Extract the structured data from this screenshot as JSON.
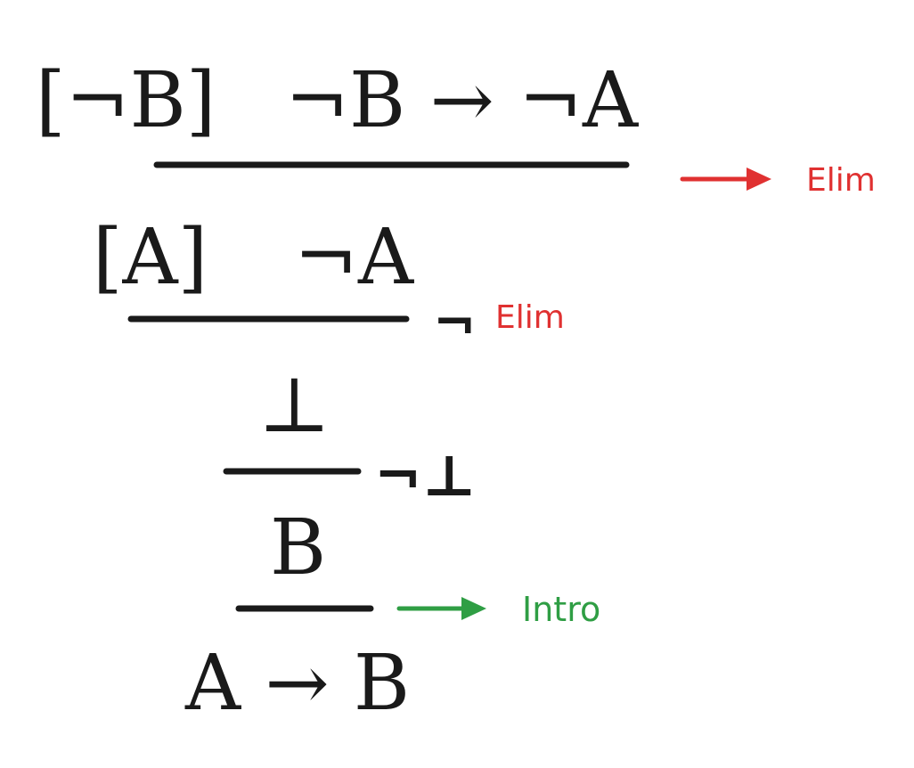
{
  "colors": {
    "ink": "#1a1a1a",
    "elim": "#e03131",
    "neg_bottom": "#1971c2",
    "intro": "#2f9e44"
  },
  "proof": {
    "top_left": "[¬B]",
    "top_right": "¬B → ¬A",
    "line2_left": "[A]",
    "line2_right": "¬A",
    "bottom_bot": "⊥",
    "b_line": "B",
    "conclusion": "A → B"
  },
  "annotations": {
    "rule1": "Elim",
    "rule2_symbol": "¬",
    "rule2": "Elim",
    "rule3": "¬⊥",
    "rule4": "Intro"
  }
}
